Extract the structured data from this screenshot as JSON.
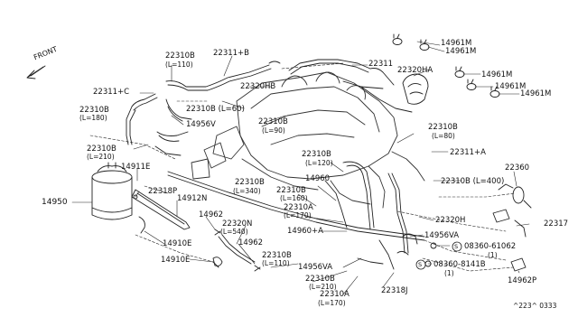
{
  "orientation": {
    "front": "FRONT"
  },
  "callouts": {
    "c14961m_a": "14961M",
    "c14961m_b": "14961M",
    "c14961m_c": "14961M",
    "c14961m_d": "14961M",
    "c14961m_e": "14961M",
    "c22311": "22311",
    "c22320ha": "22320HA",
    "c22311b": "22311+B",
    "c22310b_110_a": "22310B",
    "c22310b_110_b": "(L=110)",
    "c22311c": "22311+C",
    "c22310b_180_a": "22310B",
    "c22310b_180_b": "(L=180)",
    "c22320hb": "22320HB",
    "c22310b_60": "22310B (L=60)",
    "c14956v": "14956V",
    "c22310b_90_a": "22310B",
    "c22310b_90_b": "(L=90)",
    "c22310b_80_a": "22310B",
    "c22310b_80_b": "(L=80)",
    "c22310b_210_a": "22310B",
    "c22310b_210_b": "(L=210)",
    "c14911e": "14911E",
    "c22311a": "22311+A",
    "c22310b_120_a": "22310B",
    "c22310b_120_b": "(L=120)",
    "c22360": "22360",
    "c14950": "14950",
    "c22318p": "22318P",
    "c14912n": "14912N",
    "c22310b_340_a": "22310B",
    "c22310b_340_b": "(L=340)",
    "c14960": "14960",
    "c22310b_400": "22310B (L=400)",
    "c22310b_160_a": "22310B",
    "c22310b_160_b": "(L=160)",
    "c22310a_170_a": "22310A",
    "c22310a_170_b": "(L=170)",
    "c14962_a": "14962",
    "c22320n_a": "22320N",
    "c22320n_b": "(L=540)",
    "c22320h": "22320H",
    "c22317": "22317",
    "c14960a": "14960+A",
    "c14956va_a": "14956VA",
    "c14910e_a": "14910E",
    "c14962_b": "14962",
    "c22310b_110c_a": "22310B",
    "c22310b_110c_b": "(L=110)",
    "c08360_61062_a": "08360-61062",
    "c08360_61062_b": "(1)",
    "c14910e_b": "14910E",
    "c14956va_b": "14956VA",
    "c08360_8141b_a": "08360-8141B",
    "c08360_8141b_b": "(1)",
    "c22310b_210c_a": "22310B",
    "c22310b_210c_b": "(L=210)",
    "c14962p": "14962P",
    "c22318j": "22318J",
    "c22310a_170c_a": "22310A",
    "c22310a_170c_b": "(L=170)",
    "s_symbol": "S",
    "figure_code": "^223^ 0333"
  }
}
